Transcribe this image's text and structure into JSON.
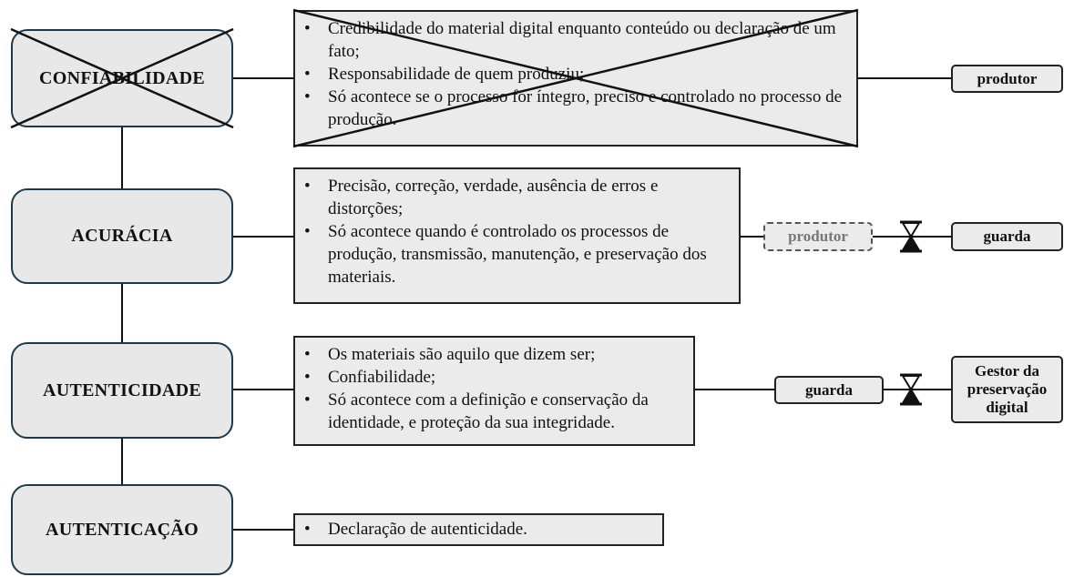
{
  "concepts": {
    "confiabilidade": "CONFIABILIDADE",
    "acuracia": "ACURÁCIA",
    "autenticidade": "AUTENTICIDADE",
    "autenticacao": "AUTENTICAÇÃO"
  },
  "descriptions": {
    "confiabilidade": [
      "Credibilidade do material digital enquanto conteúdo ou declaração de um fato;",
      "Responsabilidade de quem produziu;",
      "Só acontece se o processo for íntegro, preciso e controlado no processo de produção."
    ],
    "acuracia": [
      "Precisão, correção, verdade, ausência de erros e distorções;",
      "Só acontece  quando é controlado os processos de produção, transmissão, manutenção, e preservação dos materiais."
    ],
    "autenticidade": [
      "Os materiais são aquilo que dizem ser;",
      "Confiabilidade;",
      "Só acontece com a definição e conservação da identidade, e proteção da sua integridade."
    ],
    "autenticacao": [
      "Declaração de autenticidade."
    ]
  },
  "roles": {
    "row1_target": "produtor",
    "row2_source": "produtor",
    "row2_target": "guarda",
    "row3_source": "guarda",
    "row3_target": "Gestor da preservação digital"
  },
  "icons": {
    "transfer": "hourglass-icon",
    "crossed_out": "x-cross"
  },
  "colors": {
    "box_fill": "#ebebeb",
    "concept_border": "#1e3a4a",
    "line": "#111111"
  }
}
